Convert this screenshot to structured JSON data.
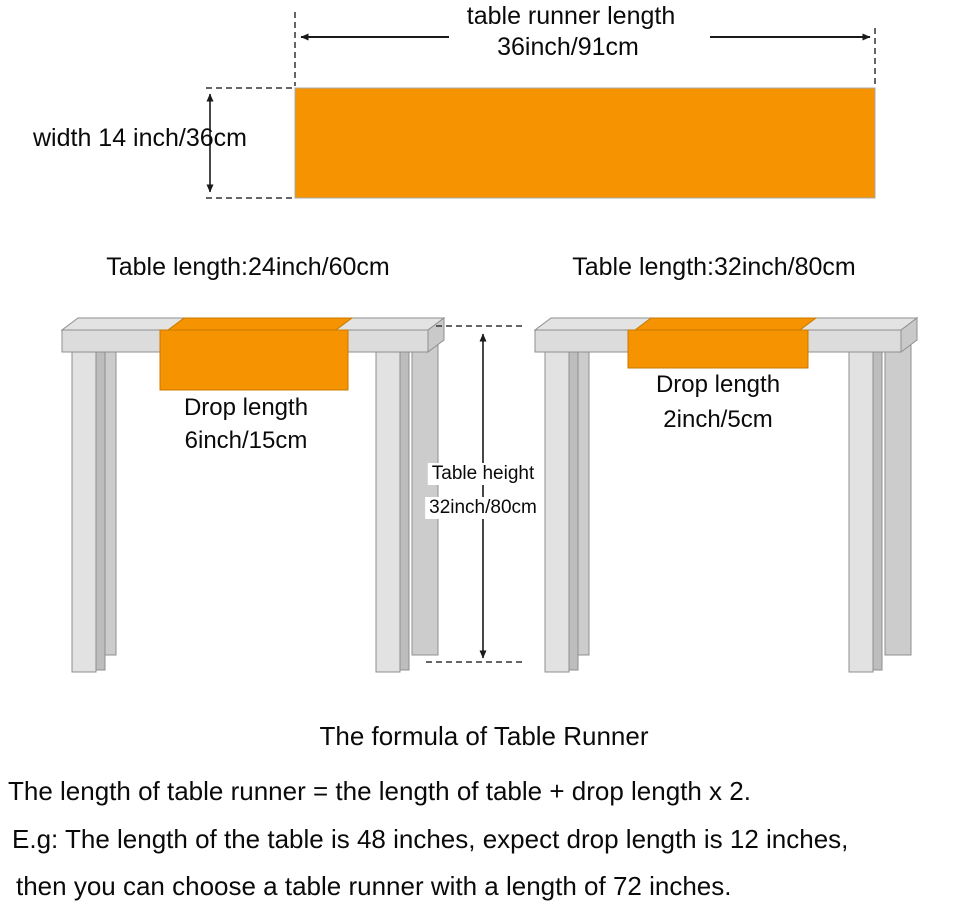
{
  "colors": {
    "runner_orange": "#F59300",
    "runner_edge": "#C87A00",
    "table_fill": "#DCDCDC",
    "table_top": "#E3E3E3",
    "table_side": "#C9C9C9",
    "table_stroke": "#8F8F8F"
  },
  "runner_diagram": {
    "length_label_line1": "table runner length",
    "length_label_line2": "36inch/91cm",
    "width_label": "width 14 inch/36cm"
  },
  "left_table": {
    "length_label": "Table length:24inch/60cm",
    "drop_label_line1": "Drop length",
    "drop_label_line2": "6inch/15cm"
  },
  "right_table": {
    "length_label": "Table length:32inch/80cm",
    "drop_label_line1": "Drop length",
    "drop_label_line2": "2inch/5cm"
  },
  "height_note": {
    "line1": "Table height",
    "line2": "32inch/80cm"
  },
  "formula": {
    "title": "The formula of Table Runner",
    "line1": "The length of table runner = the length of table + drop length x 2.",
    "line2": "E.g: The length of the table is 48 inches, expect drop length is 12 inches,",
    "line3": "then you can choose a table runner with a length of 72 inches."
  }
}
